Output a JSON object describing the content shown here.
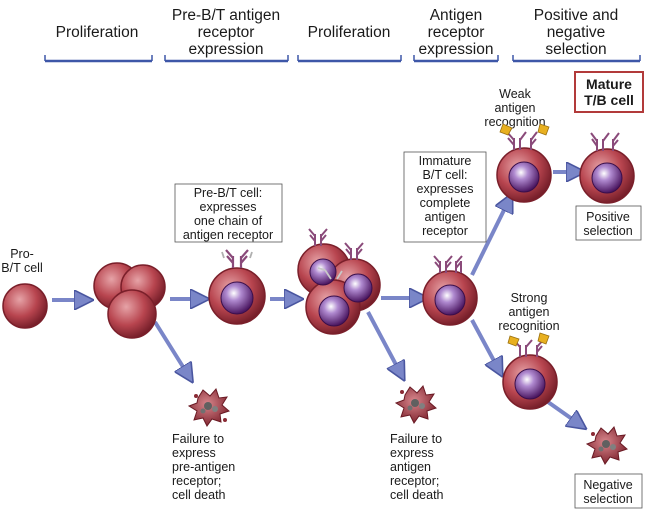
{
  "stages": [
    {
      "lines": [
        "Proliferation"
      ]
    },
    {
      "lines": [
        "Pre-B/T antigen",
        "receptor",
        "expression"
      ]
    },
    {
      "lines": [
        "Proliferation"
      ]
    },
    {
      "lines": [
        "Antigen",
        "receptor",
        "expression"
      ]
    },
    {
      "lines": [
        "Positive and",
        "negative",
        "selection"
      ]
    }
  ],
  "labels": {
    "pro_cell": [
      "Pro-",
      "B/T cell"
    ],
    "pre_cell": [
      "Pre-B/T cell:",
      "expresses",
      "one chain of",
      "antigen receptor"
    ],
    "immature_cell": [
      "Immature",
      "B/T cell:",
      "expresses",
      "complete",
      "antigen",
      "receptor"
    ],
    "weak_recognition": [
      "Weak",
      "antigen",
      "recognition"
    ],
    "strong_recognition": [
      "Strong",
      "antigen",
      "recognition"
    ],
    "mature_cell": [
      "Mature",
      "T/B cell"
    ],
    "positive_selection": [
      "Positive",
      "selection"
    ],
    "negative_selection": [
      "Negative",
      "selection"
    ],
    "failure_pre": [
      "Failure to",
      "express",
      "pre-antigen",
      "receptor;",
      "cell death"
    ],
    "failure_antigen": [
      "Failure to",
      "express",
      "antigen",
      "receptor;",
      "cell death"
    ]
  },
  "colors": {
    "cell_membrane": "#7a1f2a",
    "cell_body": "#b8454f",
    "nucleus": "#5a1f6a",
    "receptor": "#8a4a7a",
    "antigen": "#e8b020",
    "arrow": "#7a86c8",
    "bracket": "#3e57a8",
    "mature_border": "#b23a3a"
  }
}
